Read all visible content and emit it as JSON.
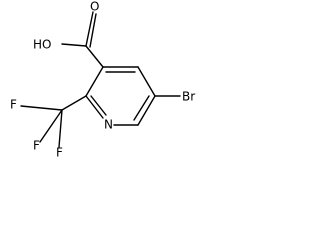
{
  "molecule": {
    "atoms": {
      "hydroxyl": "HO",
      "carbonyl_oxygen": "O",
      "ring_nitrogen": "N",
      "bromine": "Br",
      "fluorine_1": "F",
      "fluorine_2": "F",
      "fluorine_3": "F"
    }
  }
}
